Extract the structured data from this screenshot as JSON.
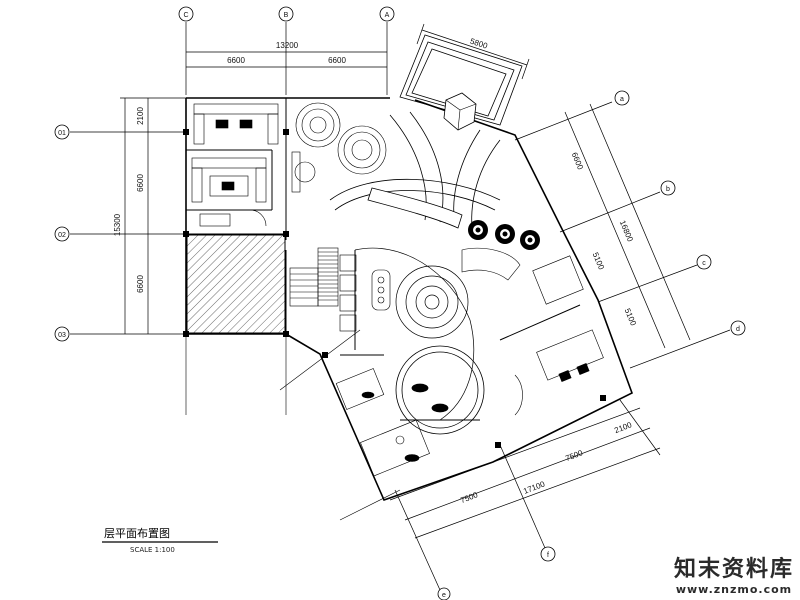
{
  "drawing": {
    "title": "层平面布置图",
    "scale": "SCALE 1:100"
  },
  "dimensions": {
    "top_total": "13200",
    "top_left": "6600",
    "top_right": "6600",
    "top_angled": "5800",
    "left_total": "15300",
    "left_top": "2100",
    "left_mid": "6600",
    "left_bottom": "6600",
    "right_total": "16800",
    "right_upper": "6600",
    "right_mid": "5100",
    "right_lower": "5100",
    "bottom_total": "17100",
    "bottom_left": "7500",
    "bottom_right": "7500",
    "bottom_edge": "2100"
  },
  "grid_labels": {
    "top_a": "C",
    "top_b": "B",
    "top_c": "A",
    "left_a": "01",
    "left_b": "02",
    "left_c": "03",
    "right_a": "a",
    "right_b": "b",
    "right_c": "c",
    "right_d": "d",
    "bottom_a": "e",
    "bottom_b": "f"
  },
  "watermark": {
    "brand": "知末资料库",
    "url": "www.znzmo.com"
  }
}
